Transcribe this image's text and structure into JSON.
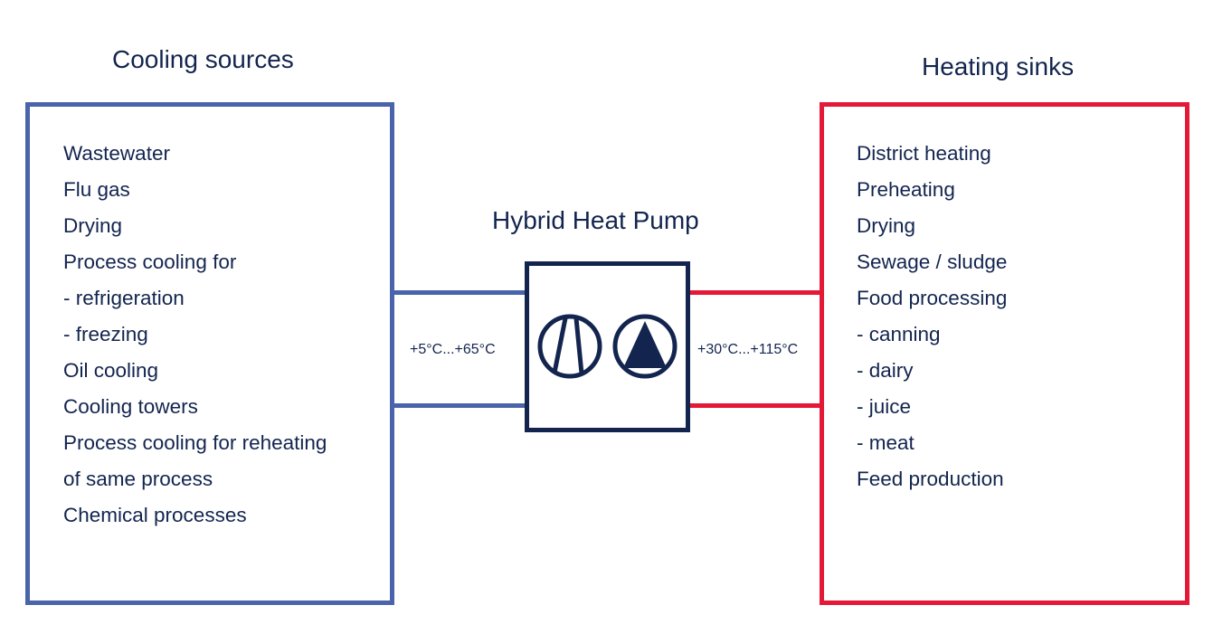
{
  "cooling": {
    "heading": "Cooling sources",
    "items": [
      "Wastewater",
      "Flu gas",
      "Drying",
      "Process cooling for",
      "- refrigeration",
      "- freezing",
      "Oil cooling",
      "Cooling towers",
      "Process cooling for reheating",
      "of same process",
      "Chemical processes"
    ],
    "temperature": "+5°C...+65°C"
  },
  "heating": {
    "heading": "Heating sinks",
    "items": [
      "District heating",
      "Preheating",
      "Drying",
      "Sewage  / sludge",
      "Food processing",
      "- canning",
      "- dairy",
      "- juice",
      "- meat",
      "Feed production"
    ],
    "temperature": "+30°C...+115°C"
  },
  "pump": {
    "heading": "Hybrid Heat Pump",
    "icons": [
      "compressor-icon",
      "pump-icon"
    ]
  },
  "colors": {
    "cooling": "#4a64ac",
    "heating": "#e31937",
    "pump": "#13254f"
  }
}
